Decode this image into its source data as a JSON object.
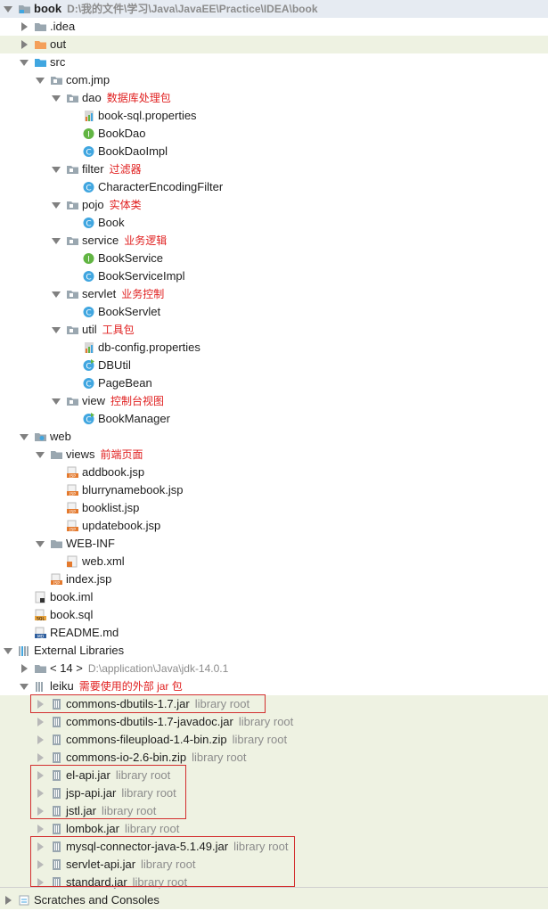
{
  "tree": [
    {
      "label": "book",
      "path": "D:\\我的文件\\学习\\Java\\JavaEE\\Practice\\IDEA\\book",
      "icon": "module-folder-icon",
      "arrow": "down"
    },
    {
      "label": ".idea",
      "icon": "folder-icon",
      "arrow": "right"
    },
    {
      "label": "out",
      "icon": "orange-folder-icon",
      "arrow": "right"
    },
    {
      "label": "src",
      "icon": "source-folder-icon",
      "arrow": "down"
    },
    {
      "label": "com.jmp",
      "icon": "package-icon",
      "arrow": "down"
    },
    {
      "label": "dao",
      "note": "数据库处理包",
      "icon": "package-icon",
      "arrow": "down"
    },
    {
      "label": "book-sql.properties",
      "icon": "properties-icon"
    },
    {
      "label": "BookDao",
      "icon": "interface-icon"
    },
    {
      "label": "BookDaoImpl",
      "icon": "class-icon"
    },
    {
      "label": "filter",
      "note": "过滤器",
      "icon": "package-icon",
      "arrow": "down"
    },
    {
      "label": "CharacterEncodingFilter",
      "icon": "class-icon"
    },
    {
      "label": "pojo",
      "note": "实体类",
      "icon": "package-icon",
      "arrow": "down"
    },
    {
      "label": "Book",
      "icon": "class-icon"
    },
    {
      "label": "service",
      "note": "业务逻辑",
      "icon": "package-icon",
      "arrow": "down"
    },
    {
      "label": "BookService",
      "icon": "interface-icon"
    },
    {
      "label": "BookServiceImpl",
      "icon": "class-icon"
    },
    {
      "label": "servlet",
      "note": "业务控制",
      "icon": "package-icon",
      "arrow": "down"
    },
    {
      "label": "BookServlet",
      "icon": "class-icon"
    },
    {
      "label": "util",
      "note": "工具包",
      "icon": "package-icon",
      "arrow": "down"
    },
    {
      "label": "db-config.properties",
      "icon": "properties-icon"
    },
    {
      "label": "DBUtil",
      "icon": "class-runnable-icon"
    },
    {
      "label": "PageBean",
      "icon": "class-icon"
    },
    {
      "label": "view",
      "note": "控制台视图",
      "icon": "package-icon",
      "arrow": "down"
    },
    {
      "label": "BookManager",
      "icon": "class-runnable-icon"
    },
    {
      "label": "web",
      "icon": "web-folder-icon",
      "arrow": "down"
    },
    {
      "label": "views",
      "note": "前端页面",
      "icon": "folder-icon",
      "arrow": "down"
    },
    {
      "label": "addbook.jsp",
      "icon": "jsp-icon"
    },
    {
      "label": "blurrynamebook.jsp",
      "icon": "jsp-icon"
    },
    {
      "label": "booklist.jsp",
      "icon": "jsp-icon"
    },
    {
      "label": "updatebook.jsp",
      "icon": "jsp-icon"
    },
    {
      "label": "WEB-INF",
      "icon": "folder-icon",
      "arrow": "down"
    },
    {
      "label": "web.xml",
      "icon": "xml-icon"
    },
    {
      "label": "index.jsp",
      "icon": "jsp-icon"
    },
    {
      "label": "book.iml",
      "icon": "iml-icon"
    },
    {
      "label": "book.sql",
      "icon": "sql-icon"
    },
    {
      "label": "README.md",
      "icon": "md-icon"
    },
    {
      "label": "External Libraries",
      "icon": "libraries-icon",
      "arrow": "down"
    },
    {
      "label": "< 14 >",
      "path": "D:\\application\\Java\\jdk-14.0.1",
      "icon": "jdk-icon",
      "arrow": "right"
    },
    {
      "label": "leiku",
      "note": "需要使用的外部 jar 包",
      "icon": "library-icon",
      "arrow": "down"
    },
    {
      "label": "commons-dbutils-1.7.jar",
      "lib": "library root",
      "icon": "jar-icon",
      "arrow": "rightlight"
    },
    {
      "label": "commons-dbutils-1.7-javadoc.jar",
      "lib": "library root",
      "icon": "jar-icon",
      "arrow": "rightlight"
    },
    {
      "label": "commons-fileupload-1.4-bin.zip",
      "lib": "library root",
      "icon": "jar-icon",
      "arrow": "rightlight"
    },
    {
      "label": "commons-io-2.6-bin.zip",
      "lib": "library root",
      "icon": "jar-icon",
      "arrow": "rightlight"
    },
    {
      "label": "el-api.jar",
      "lib": "library root",
      "icon": "jar-icon",
      "arrow": "rightlight"
    },
    {
      "label": "jsp-api.jar",
      "lib": "library root",
      "icon": "jar-icon",
      "arrow": "rightlight"
    },
    {
      "label": "jstl.jar",
      "lib": "library root",
      "icon": "jar-icon",
      "arrow": "rightlight"
    },
    {
      "label": "lombok.jar",
      "lib": "library root",
      "icon": "jar-icon",
      "arrow": "rightlight"
    },
    {
      "label": "mysql-connector-java-5.1.49.jar",
      "lib": "library root",
      "icon": "jar-icon",
      "arrow": "rightlight"
    },
    {
      "label": "servlet-api.jar",
      "lib": "library root",
      "icon": "jar-icon",
      "arrow": "rightlight"
    },
    {
      "label": "standard.jar",
      "lib": "library root",
      "icon": "jar-icon",
      "arrow": "rightlight"
    },
    {
      "label": "Scratches and Consoles",
      "icon": "scratches-icon",
      "arrow": "right"
    }
  ],
  "colors": {
    "selection": "#e6ebf2",
    "highlight": "#eef2e2",
    "annotation": "#e01f1f",
    "box": "#d32f2f"
  }
}
